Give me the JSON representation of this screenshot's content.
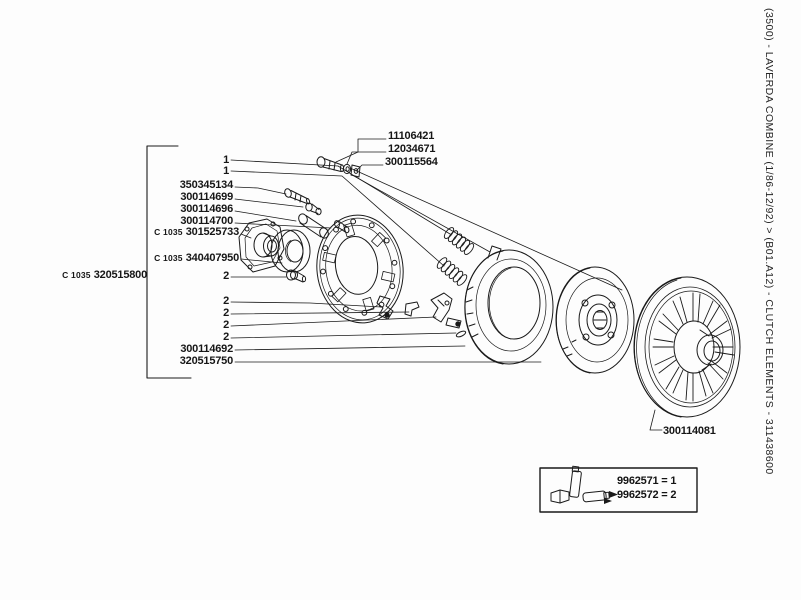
{
  "title_vertical": "(3500) - LAVERDA COMBINE (1/86-12/92) > (B01.A12) - CLUTCH ELEMENTS - 311438600",
  "colors": {
    "background": "#fdfdfd",
    "line": "#1a1a1a",
    "text": "#161616"
  },
  "labels": [
    {
      "text": "11106421"
    },
    {
      "text": "12034671"
    },
    {
      "text": "300115564"
    },
    {
      "text": "1"
    },
    {
      "text": "1"
    },
    {
      "text": "350345134"
    },
    {
      "text": "300114699"
    },
    {
      "text": "300114696"
    },
    {
      "text": "300114700"
    },
    {
      "prefix": "C 1035",
      "text": "301525733"
    },
    {
      "prefix": "C 1035",
      "text": "340407950"
    },
    {
      "prefix": "C 1035",
      "text": "320515800"
    },
    {
      "text": "2"
    },
    {
      "text": "2"
    },
    {
      "text": "2"
    },
    {
      "text": "2"
    },
    {
      "text": "2"
    },
    {
      "text": "300114692"
    },
    {
      "text": "320515750"
    },
    {
      "text": "300114081"
    }
  ],
  "legend": {
    "lines": [
      "9962571 = 1",
      "9962572 = 2"
    ],
    "icons": [
      "adhesive-box-icon",
      "sealant-tube-icon",
      "applicator-tube-icon"
    ]
  }
}
